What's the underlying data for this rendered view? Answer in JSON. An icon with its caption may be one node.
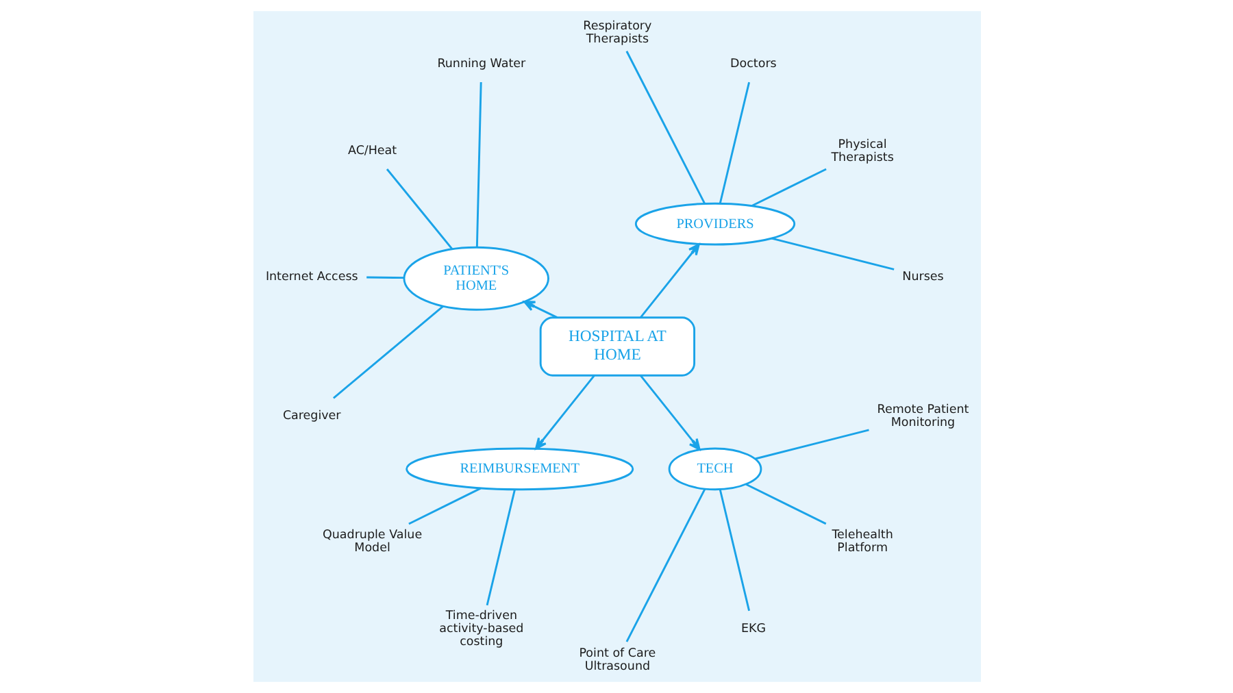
{
  "diagram": {
    "nodes": [
      {
        "text": [
          "HOSPITAL AT HOME"
        ]
      },
      {
        "text": [
          "PROVIDERS"
        ]
      },
      {
        "text": [
          "Nurses"
        ]
      },
      {
        "text": [
          "Physical Therapists"
        ]
      },
      {
        "text": [
          "Doctors"
        ]
      },
      {
        "text": [
          "Respiratory Therapists"
        ]
      },
      {
        "text": [
          "PATIENT'S HOME"
        ]
      },
      {
        "text": [
          "Running Water"
        ]
      },
      {
        "text": [
          "AC/Heat"
        ]
      },
      {
        "text": [
          "Internet Access"
        ]
      },
      {
        "text": [
          "Caregiver"
        ]
      },
      {
        "text": [
          "REIMBURSEMENT"
        ]
      },
      {
        "text": [
          "Quadruple Value Model"
        ]
      },
      {
        "text": [
          "Time-driven activity-based costing"
        ]
      },
      {
        "text": [
          "TECH"
        ]
      },
      {
        "text": [
          "Point of Care Ultrasound"
        ]
      },
      {
        "text": [
          "EKG"
        ]
      },
      {
        "text": [
          "Telehealth Platform"
        ]
      },
      {
        "text": [
          "Remote Patient Monitoring"
        ]
      }
    ],
    "edges": [
      {
        "from": 0,
        "to": 1,
        "arrow": "to"
      },
      {
        "from": 0,
        "to": 6,
        "arrow": "to"
      },
      {
        "from": 0,
        "to": 11,
        "arrow": "to"
      },
      {
        "from": 0,
        "to": 14,
        "arrow": "to"
      },
      {
        "from": 1,
        "to": 2,
        "arrow": "none"
      },
      {
        "from": 1,
        "to": 3,
        "arrow": "none"
      },
      {
        "from": 1,
        "to": 4,
        "arrow": "none"
      },
      {
        "from": 1,
        "to": 5,
        "arrow": "none"
      },
      {
        "from": 6,
        "to": 7,
        "arrow": "none"
      },
      {
        "from": 6,
        "to": 8,
        "arrow": "none"
      },
      {
        "from": 6,
        "to": 9,
        "arrow": "none"
      },
      {
        "from": 6,
        "to": 10,
        "arrow": "none"
      },
      {
        "from": 11,
        "to": 12,
        "arrow": "none"
      },
      {
        "from": 11,
        "to": 13,
        "arrow": "none"
      },
      {
        "from": 14,
        "to": 15,
        "arrow": "none"
      },
      {
        "from": 14,
        "to": 16,
        "arrow": "none"
      },
      {
        "from": 14,
        "to": 17,
        "arrow": "none"
      },
      {
        "from": 14,
        "to": 18,
        "arrow": "none"
      }
    ]
  }
}
